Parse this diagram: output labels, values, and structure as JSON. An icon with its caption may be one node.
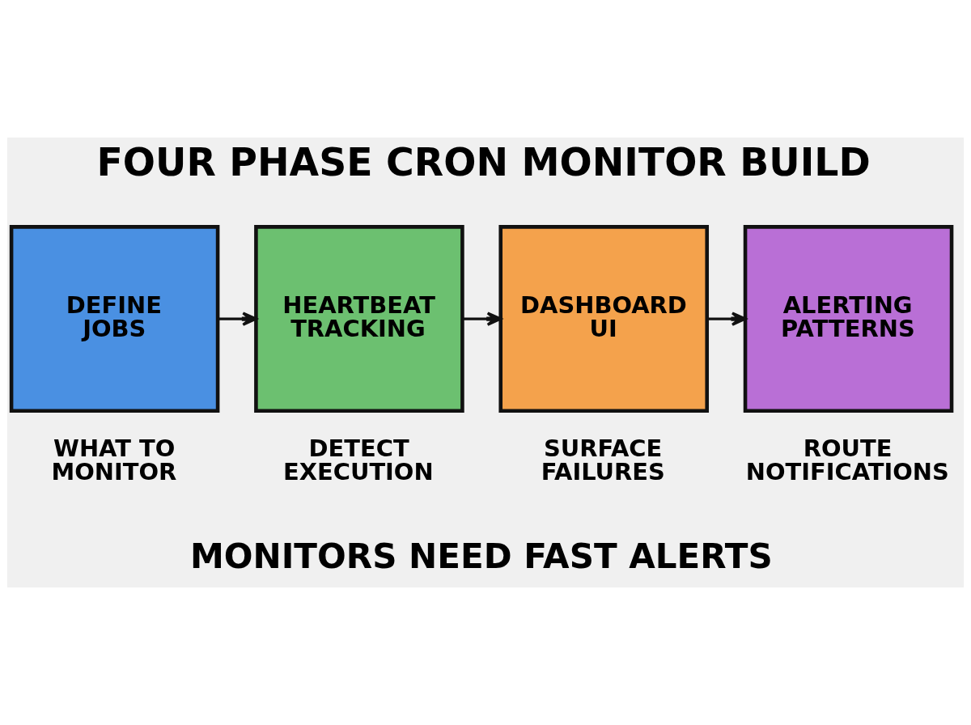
{
  "diagram": {
    "title": "FOUR PHASE CRON MONITOR BUILD",
    "caption": "MONITORS NEED FAST ALERTS",
    "nodes": [
      {
        "text": [
          "DEFINE JOBS"
        ],
        "beside": [
          "WHAT TO MONITOR"
        ]
      },
      {
        "text": [
          "HEARTBEAT TRACKING"
        ],
        "beside": [
          "DETECT EXECUTION"
        ]
      },
      {
        "text": [
          "DASHBOARD UI"
        ],
        "beside": [
          "SURFACE FAILURES"
        ]
      },
      {
        "text": [
          "ALERTING PATTERNS"
        ],
        "beside": [
          "ROUTE NOTIFICATIONS"
        ]
      }
    ],
    "edges": [
      {
        "from": 0,
        "to": 1,
        "arrow": "to"
      },
      {
        "from": 1,
        "to": 2,
        "arrow": "to"
      },
      {
        "from": 2,
        "to": 3,
        "arrow": "to"
      }
    ]
  }
}
